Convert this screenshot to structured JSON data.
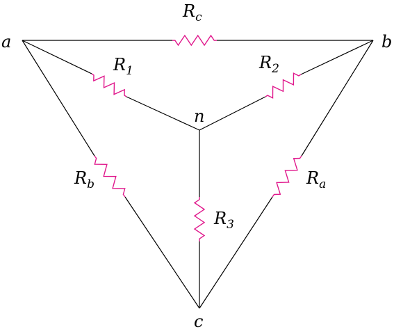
{
  "colors": {
    "wire": "#000000",
    "resistor": "#e0188c"
  },
  "nodes": {
    "a": "a",
    "b": "b",
    "c": "c",
    "n": "n"
  },
  "resistors": {
    "Rc": {
      "symbol": "R",
      "subscript": "c"
    },
    "R1": {
      "symbol": "R",
      "subscript": "1"
    },
    "R2": {
      "symbol": "R",
      "subscript": "2"
    },
    "R3": {
      "symbol": "R",
      "subscript": "3"
    },
    "Ra": {
      "symbol": "R",
      "subscript": "a"
    },
    "Rb": {
      "symbol": "R",
      "subscript": "b"
    }
  }
}
